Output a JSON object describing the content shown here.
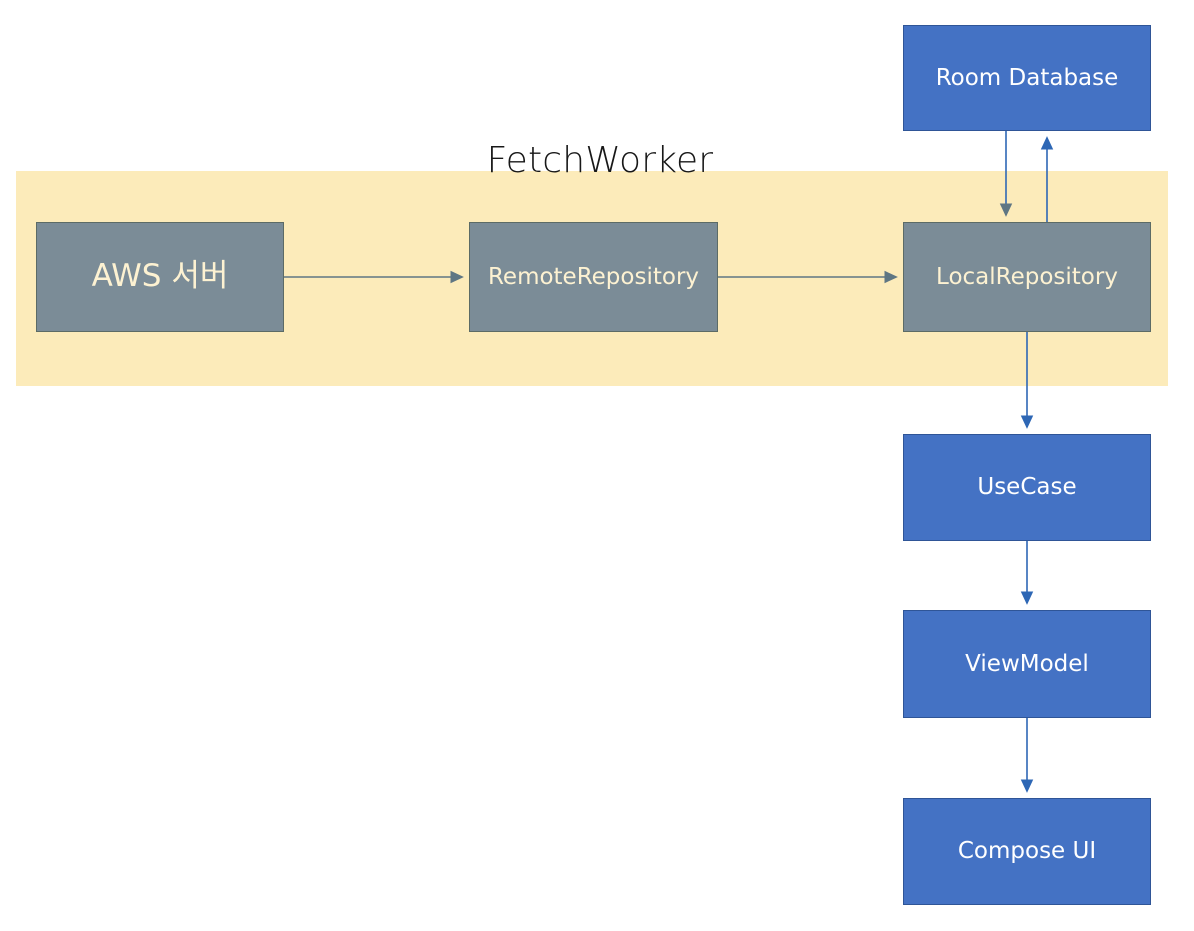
{
  "diagram": {
    "title": "Android app data flow architecture diagram",
    "background": "#ffffff",
    "group": {
      "label": "FetchWorker",
      "fill": "#fcebba",
      "label_color": "#181818"
    },
    "palette": {
      "gray_fill": "#7b8c97",
      "gray_border": "#5c6b66",
      "gray_text": "#fdf2d2",
      "blue_fill": "#4472c4",
      "blue_border": "#2f5597",
      "blue_text": "#ffffff",
      "blue_arrow": "#2e67b5",
      "gray_arrow": "#5f7683"
    },
    "nodes": [
      {
        "id": "room",
        "label": "Room Database",
        "style": "blue"
      },
      {
        "id": "aws",
        "label": "AWS 서버",
        "style": "gray"
      },
      {
        "id": "remote",
        "label": "RemoteRepository",
        "style": "gray"
      },
      {
        "id": "local",
        "label": "LocalRepository",
        "style": "gray"
      },
      {
        "id": "usecase",
        "label": "UseCase",
        "style": "blue"
      },
      {
        "id": "viewmodel",
        "label": "ViewModel",
        "style": "blue"
      },
      {
        "id": "compose",
        "label": "Compose UI",
        "style": "blue"
      }
    ],
    "edges": [
      {
        "from": "aws",
        "to": "remote",
        "direction": "right",
        "arrow_color": "#5f7683"
      },
      {
        "from": "remote",
        "to": "local",
        "direction": "right",
        "arrow_color": "#5f7683"
      },
      {
        "from": "room",
        "to": "local",
        "direction": "down",
        "arrow_color": "#5f7683"
      },
      {
        "from": "local",
        "to": "room",
        "direction": "up",
        "arrow_color": "#2e67b5"
      },
      {
        "from": "local",
        "to": "usecase",
        "direction": "down",
        "arrow_color": "#2e67b5"
      },
      {
        "from": "usecase",
        "to": "viewmodel",
        "direction": "down",
        "arrow_color": "#2e67b5"
      },
      {
        "from": "viewmodel",
        "to": "compose",
        "direction": "down",
        "arrow_color": "#2e67b5"
      }
    ]
  }
}
